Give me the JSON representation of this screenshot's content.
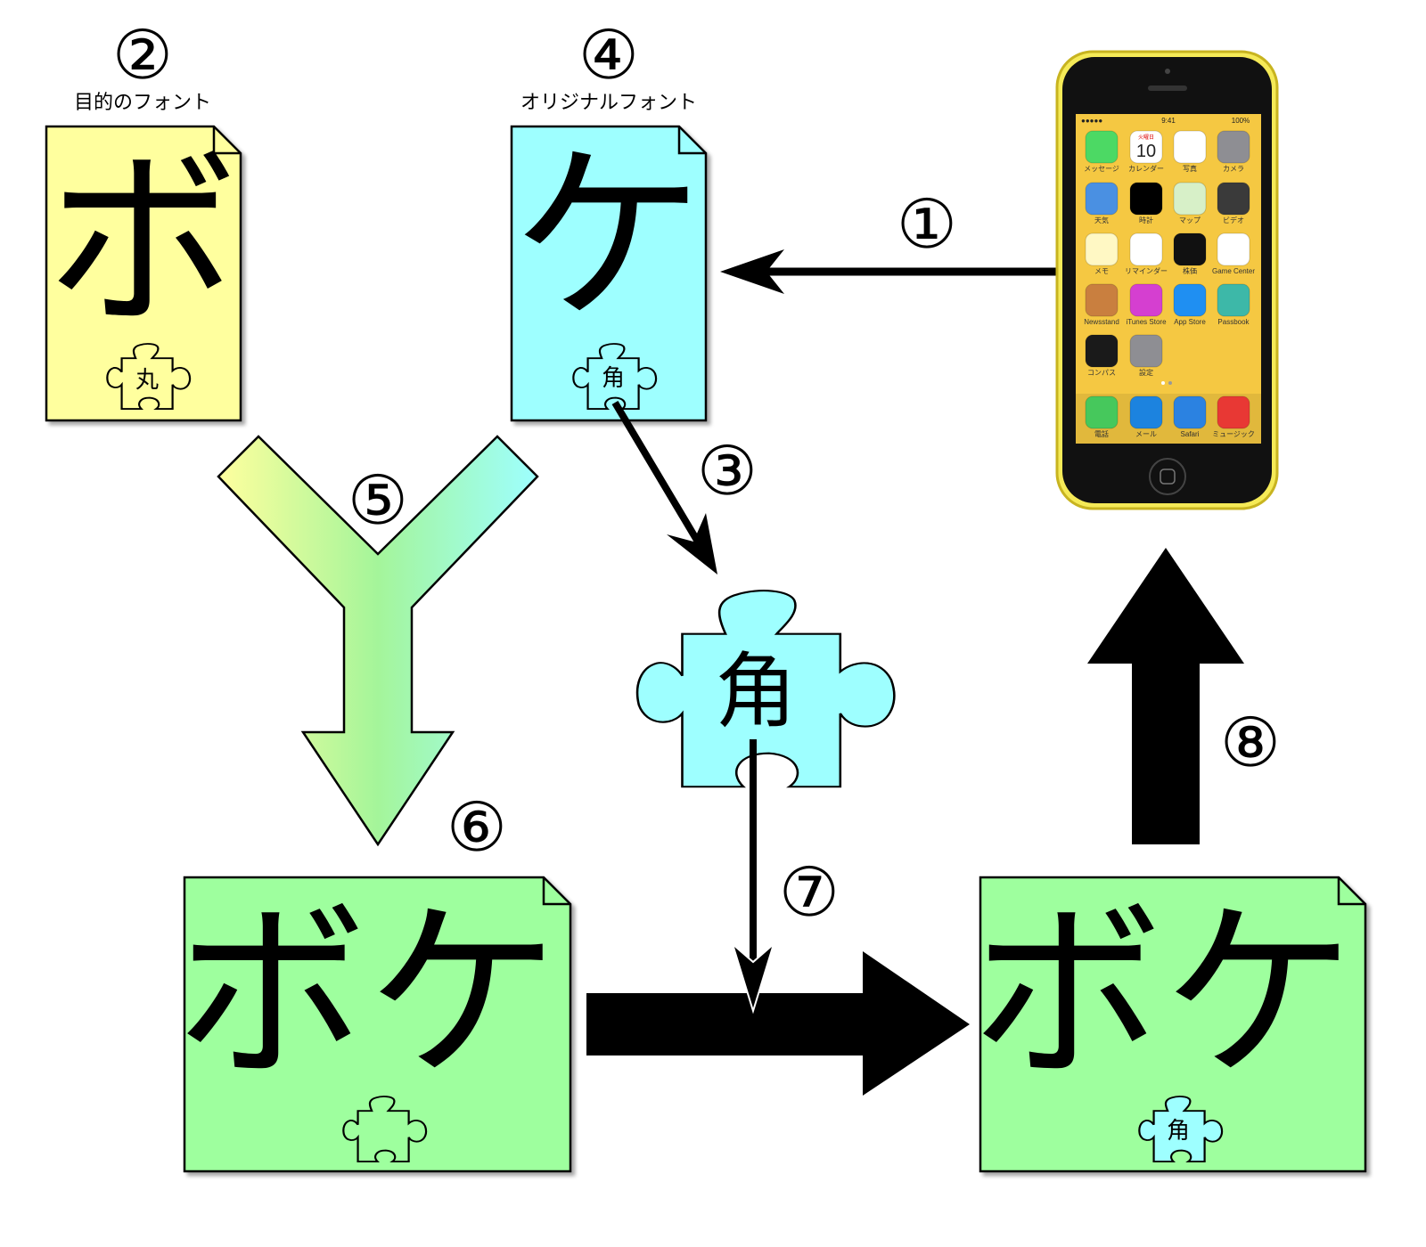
{
  "steps": {
    "s1": "①",
    "s2": "②",
    "s3": "③",
    "s4": "④",
    "s5": "⑤",
    "s6": "⑥",
    "s7": "⑦",
    "s8": "⑧"
  },
  "captions": {
    "target_font": "目的のフォント",
    "original_font": "オリジナルフォント"
  },
  "docs": {
    "target": {
      "glyph": "ボ",
      "piece_label": "丸"
    },
    "original": {
      "glyph": "ケ",
      "piece_label": "角"
    },
    "merged": {
      "glyph": "ボケ"
    },
    "final": {
      "glyph": "ボケ",
      "piece_label": "角"
    }
  },
  "big_piece_label": "角",
  "phone": {
    "status_time": "9:41",
    "status_battery": "100%",
    "calendar_weekday": "火曜日",
    "calendar_day": "10",
    "apps": [
      {
        "label": "メッセージ",
        "icon": "messages-icon",
        "color": "#4cd964"
      },
      {
        "label": "カレンダー",
        "icon": "calendar-icon",
        "color": "#ffffff"
      },
      {
        "label": "写真",
        "icon": "photos-icon",
        "color": "#ffffff"
      },
      {
        "label": "カメラ",
        "icon": "camera-icon",
        "color": "#8e8e93"
      },
      {
        "label": "天気",
        "icon": "weather-icon",
        "color": "#4a90e2"
      },
      {
        "label": "時計",
        "icon": "clock-icon",
        "color": "#000000"
      },
      {
        "label": "マップ",
        "icon": "maps-icon",
        "color": "#d7f0c8"
      },
      {
        "label": "ビデオ",
        "icon": "videos-icon",
        "color": "#3a3a3a"
      },
      {
        "label": "メモ",
        "icon": "notes-icon",
        "color": "#fff8c4"
      },
      {
        "label": "リマインダー",
        "icon": "reminders-icon",
        "color": "#ffffff"
      },
      {
        "label": "株価",
        "icon": "stocks-icon",
        "color": "#111111"
      },
      {
        "label": "Game Center",
        "icon": "game-center-icon",
        "color": "#ffffff"
      },
      {
        "label": "Newsstand",
        "icon": "newsstand-icon",
        "color": "#c97f3f"
      },
      {
        "label": "iTunes Store",
        "icon": "itunes-store-icon",
        "color": "#d53fd0"
      },
      {
        "label": "App Store",
        "icon": "app-store-icon",
        "color": "#1f8ff2"
      },
      {
        "label": "Passbook",
        "icon": "passbook-icon",
        "color": "#3db8a8"
      },
      {
        "label": "コンパス",
        "icon": "compass-icon",
        "color": "#1a1a1a"
      },
      {
        "label": "設定",
        "icon": "settings-icon",
        "color": "#8e8e93"
      }
    ],
    "dock": [
      {
        "label": "電話",
        "icon": "phone-icon",
        "color": "#4cd964"
      },
      {
        "label": "メール",
        "icon": "mail-icon",
        "color": "#1f8ff2"
      },
      {
        "label": "Safari",
        "icon": "safari-icon",
        "color": "#2f8ef5"
      },
      {
        "label": "ミュージック",
        "icon": "music-icon",
        "color": "#fc3d39"
      }
    ]
  },
  "colors": {
    "target_fill": "#ffff9e",
    "original_fill": "#9effff",
    "merged_fill": "#9eff9e",
    "phone_body": "#f5ea57",
    "screen_bg": "#f5c842"
  }
}
